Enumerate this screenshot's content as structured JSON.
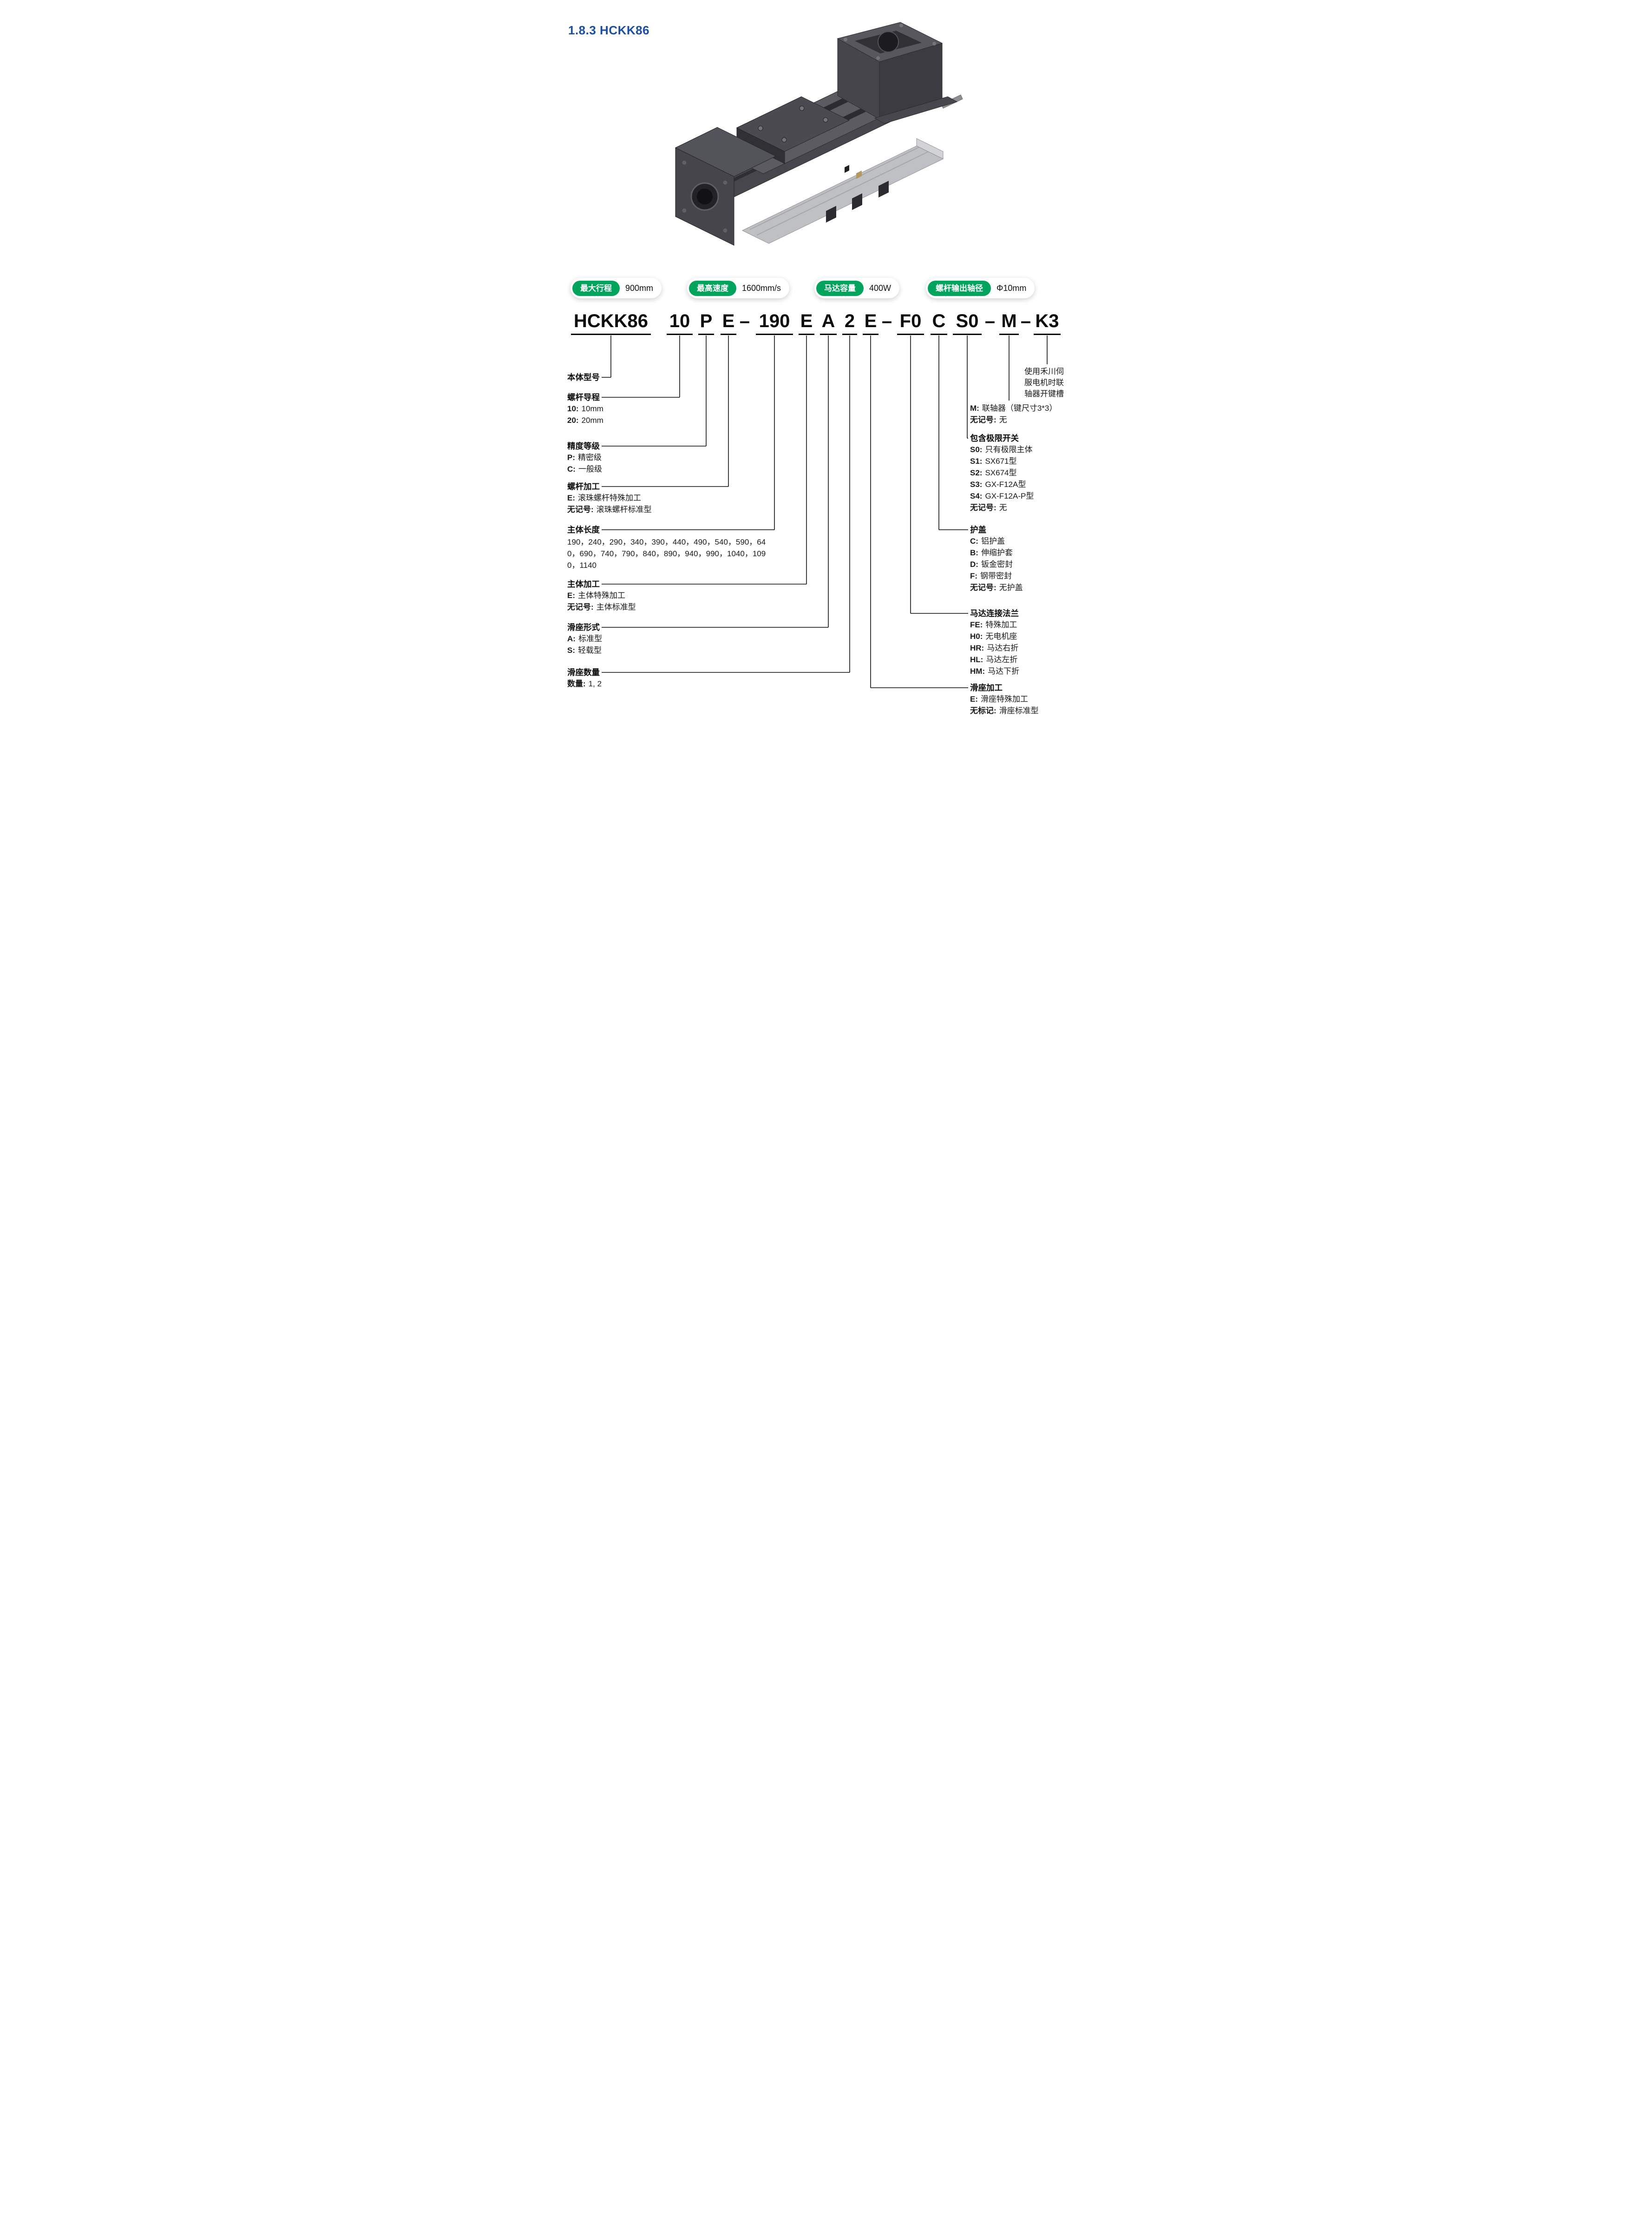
{
  "page": {
    "section_title": "1.8.3 HCKK86"
  },
  "colors": {
    "badge_green": "#00A45C",
    "title_blue": "#1C4FA0"
  },
  "spec_badges": [
    {
      "label": "最大行程",
      "value": "900mm"
    },
    {
      "label": "最高速度",
      "value": "1600mm/s"
    },
    {
      "label": "马达容量",
      "value": "400W"
    },
    {
      "label": "螺杆输出轴径",
      "value": "Φ10mm"
    }
  ],
  "model_code": {
    "segments": [
      "HCKK86",
      "10",
      "P",
      "E",
      "–",
      "190",
      "E",
      "A",
      "2",
      "E",
      "–",
      "F0",
      "C",
      "S0",
      "–",
      "M",
      "–",
      "K3"
    ]
  },
  "annotations": {
    "body_model": {
      "title": "本体型号"
    },
    "screw_lead": {
      "title": "螺杆导程",
      "items": [
        {
          "key": "10:",
          "text": "10mm"
        },
        {
          "key": "20:",
          "text": "20mm"
        }
      ]
    },
    "accuracy": {
      "title": "精度等级",
      "items": [
        {
          "key": "P:",
          "text": "精密级"
        },
        {
          "key": "C:",
          "text": "一般级"
        }
      ]
    },
    "screw_machining": {
      "title": "螺杆加工",
      "items": [
        {
          "key": "E:",
          "text": "滚珠螺杆特殊加工"
        },
        {
          "key": "无记号:",
          "text": "滚珠螺杆标准型"
        }
      ]
    },
    "body_length": {
      "title": "主体长度",
      "values": "190，240，290，340，390，440，490，540，590，640，690，740，790，840，890，940，990，1040，1090，1140"
    },
    "body_machining": {
      "title": "主体加工",
      "items": [
        {
          "key": "E:",
          "text": "主体特殊加工"
        },
        {
          "key": "无记号:",
          "text": "主体标准型"
        }
      ]
    },
    "slider_type": {
      "title": "滑座形式",
      "items": [
        {
          "key": "A:",
          "text": "标准型"
        },
        {
          "key": "S:",
          "text": "轻载型"
        }
      ]
    },
    "slider_count": {
      "title": "滑座数量",
      "items": [
        {
          "key": "数量:",
          "text": "1, 2"
        }
      ]
    },
    "coupling_note": {
      "note": "使用禾川伺服电机时联轴器开键槽"
    },
    "coupling": {
      "items": [
        {
          "key": "M:",
          "text": "联轴器（键尺寸3*3）"
        },
        {
          "key": "无记号:",
          "text": "无"
        }
      ]
    },
    "limit_switch": {
      "title": "包含极限开关",
      "items": [
        {
          "key": "S0:",
          "text": "只有极限主体"
        },
        {
          "key": "S1:",
          "text": "SX671型"
        },
        {
          "key": "S2:",
          "text": "SX674型"
        },
        {
          "key": "S3:",
          "text": "GX-F12A型"
        },
        {
          "key": "S4:",
          "text": "GX-F12A-P型"
        },
        {
          "key": "无记号:",
          "text": "无"
        }
      ]
    },
    "cover": {
      "title": "护盖",
      "items": [
        {
          "key": "C:",
          "text": "铝护盖"
        },
        {
          "key": "B:",
          "text": "伸缩护套"
        },
        {
          "key": "D:",
          "text": "钣金密封"
        },
        {
          "key": "F:",
          "text": "钢带密封"
        },
        {
          "key": "无记号:",
          "text": "无护盖"
        }
      ]
    },
    "motor_flange": {
      "title": "马达连接法兰",
      "items": [
        {
          "key": "FE:",
          "text": "特殊加工"
        },
        {
          "key": "H0:",
          "text": "无电机座"
        },
        {
          "key": "HR:",
          "text": "马达右折"
        },
        {
          "key": "HL:",
          "text": "马达左折"
        },
        {
          "key": "HM:",
          "text": "马达下折"
        }
      ]
    },
    "slider_machining": {
      "title": "滑座加工",
      "items": [
        {
          "key": "E:",
          "text": "滑座特殊加工"
        },
        {
          "key": "无标记:",
          "text": "滑座标准型"
        }
      ]
    }
  }
}
